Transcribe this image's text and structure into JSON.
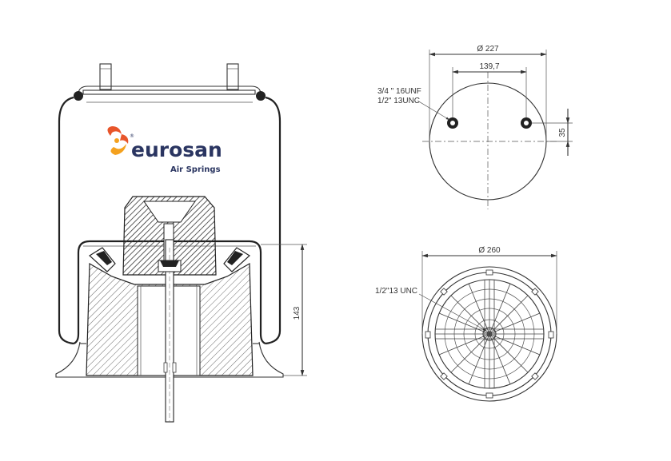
{
  "brand": {
    "name": "eurosan",
    "subtitle": "Air Springs",
    "registered_mark": "®",
    "colors": {
      "text": "#2a3561",
      "logo_primary": "#e8552a",
      "logo_secondary": "#f4a11e"
    },
    "logo_icon": "eurosan-swirl-logo"
  },
  "side_view": {
    "height_dimension": "143"
  },
  "top_view": {
    "diameter": "Ø 227",
    "bolt_spacing": "139,7",
    "offset": "35",
    "thread_line1": "3/4 \" 16UNF",
    "thread_line2": "1/2\" 13UNC"
  },
  "bottom_view": {
    "diameter": "Ø 260",
    "thread": "1/2\"13 UNC"
  }
}
